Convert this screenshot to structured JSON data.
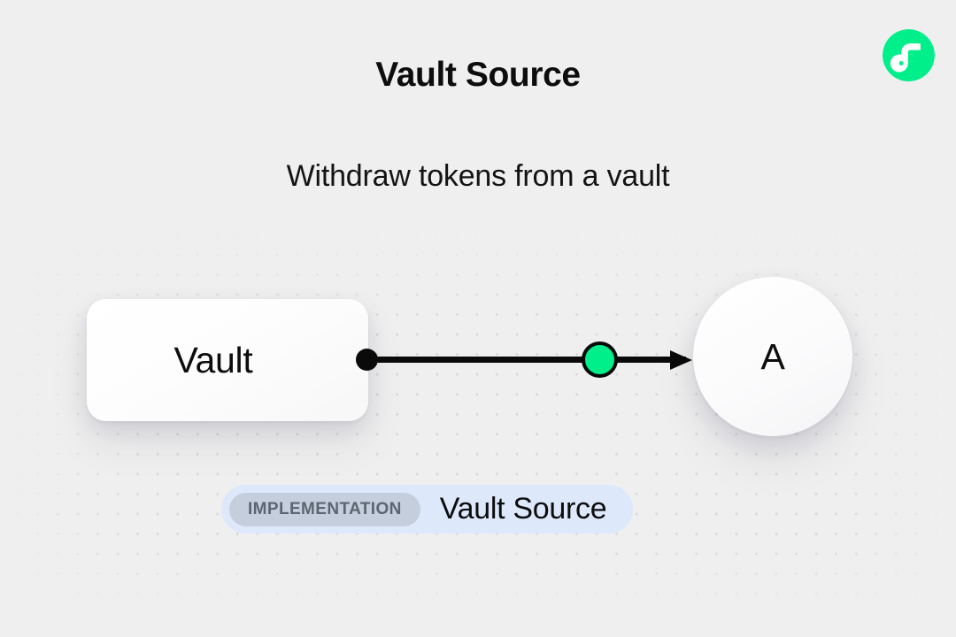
{
  "page": {
    "title": "Vault Source",
    "subtitle": "Withdraw tokens from a vault",
    "background_color": "#efefef",
    "dot_grid_color": "#d8d8d8"
  },
  "logo": {
    "name": "flow-logo-icon",
    "circle_color": "#00ef8b",
    "mark_color": "#ffffff"
  },
  "diagram": {
    "nodes": [
      {
        "id": "vault",
        "label": "Vault",
        "shape": "rounded-rect"
      },
      {
        "id": "a",
        "label": "A",
        "shape": "circle"
      }
    ],
    "edge": {
      "source_handle_color": "#0a0a0a",
      "midpoint_handle_color": "#00ef8b",
      "line_color": "#0a0a0a",
      "direction": "vault-to-a"
    }
  },
  "badge": {
    "tag": "IMPLEMENTATION",
    "name": "Vault Source",
    "background_color": "#dde8fb",
    "tag_background_color": "#c4cedc",
    "tag_text_color": "#5b6672"
  }
}
